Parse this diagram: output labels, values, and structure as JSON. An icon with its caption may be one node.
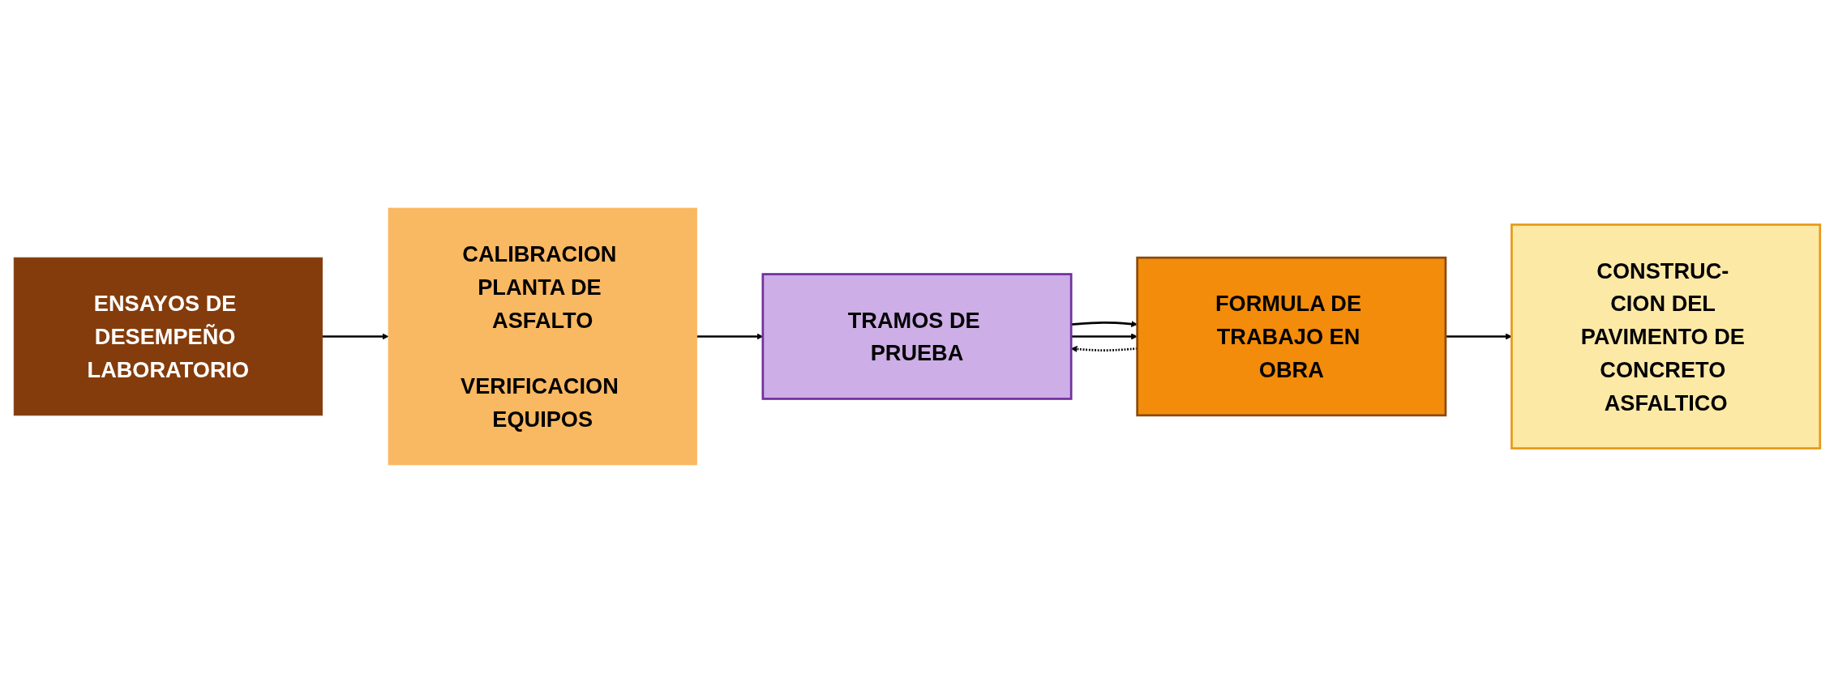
{
  "diagram": {
    "nodes": [
      {
        "text": [
          "ENSAYOS DE DESEMPEÑO LABORATORIO"
        ]
      },
      {
        "text": [
          "CALIBRACION PLANTA DE ASFALTO",
          "VERIFICACION EQUIPOS"
        ]
      },
      {
        "text": [
          "TRAMOS DE PRUEBA"
        ]
      },
      {
        "text": [
          "FORMULA DE TRABAJO EN OBRA"
        ]
      },
      {
        "text": [
          "CONSTRUC- CION DEL PAVIMENTO DE CONCRETO ASFALTICO"
        ]
      }
    ],
    "edges": [
      {
        "from": 0,
        "to": 1,
        "arrow": "to"
      },
      {
        "from": 1,
        "to": 2,
        "arrow": "to"
      },
      {
        "from": 2,
        "to": 3,
        "arrow": "to"
      },
      {
        "from": 3,
        "to": 4,
        "arrow": "to"
      },
      {
        "from": 2,
        "to": 3,
        "arrow": "to"
      },
      {
        "from": 3,
        "to": 2,
        "arrow": "to",
        "style": "dashed"
      }
    ]
  }
}
